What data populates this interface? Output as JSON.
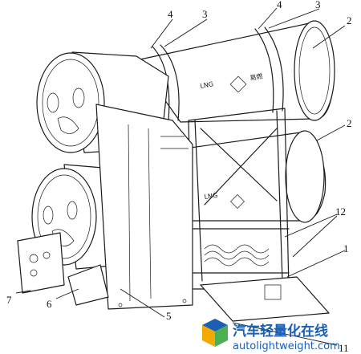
{
  "callouts": {
    "c2a": "2",
    "c2b": "2",
    "c3a": "3",
    "c3b": "3",
    "c4a": "4",
    "c4b": "4",
    "c1": "1",
    "c5": "5",
    "c6": "6",
    "c7": "7",
    "c11": "11",
    "c12": "12"
  },
  "tank_labels": {
    "upper_lng": "LNG",
    "upper_warning": "易燃",
    "lower_lng": "LNG"
  },
  "watermark": {
    "cn": "汽车轻量化在线",
    "url": "autolightweight.com",
    "brand_color": "#1a5fb4"
  }
}
